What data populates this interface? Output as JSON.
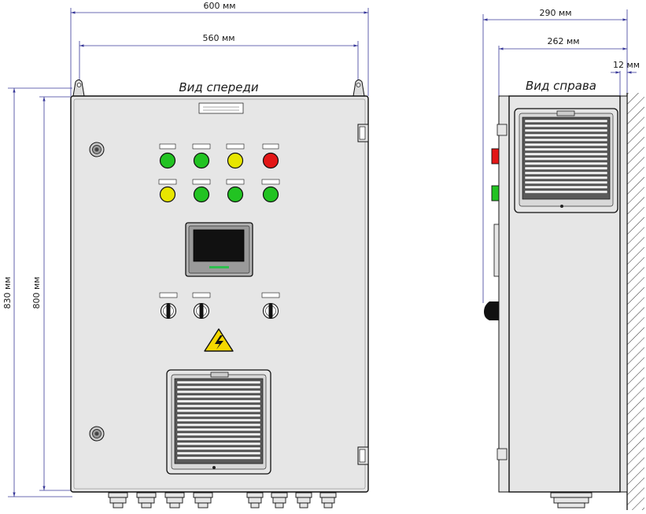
{
  "front_view": {
    "title": "Вид спереди",
    "width_outer": "600 мм",
    "width_mount": "560 мм",
    "height_outer": "830 мм",
    "height_mount": "800 мм"
  },
  "side_view": {
    "title": "Вид справа",
    "depth_outer": "290 мм",
    "depth_body": "262 мм",
    "depth_bracket": "12 мм"
  },
  "colors": {
    "enclosure": "#e6e6e6",
    "lamp_green": "#22c322",
    "lamp_yellow": "#e8e600",
    "lamp_red": "#e31616",
    "dimension": "#3a3a9a",
    "warning": "#f5d800"
  },
  "icons": [
    "warning-high-voltage-icon"
  ]
}
